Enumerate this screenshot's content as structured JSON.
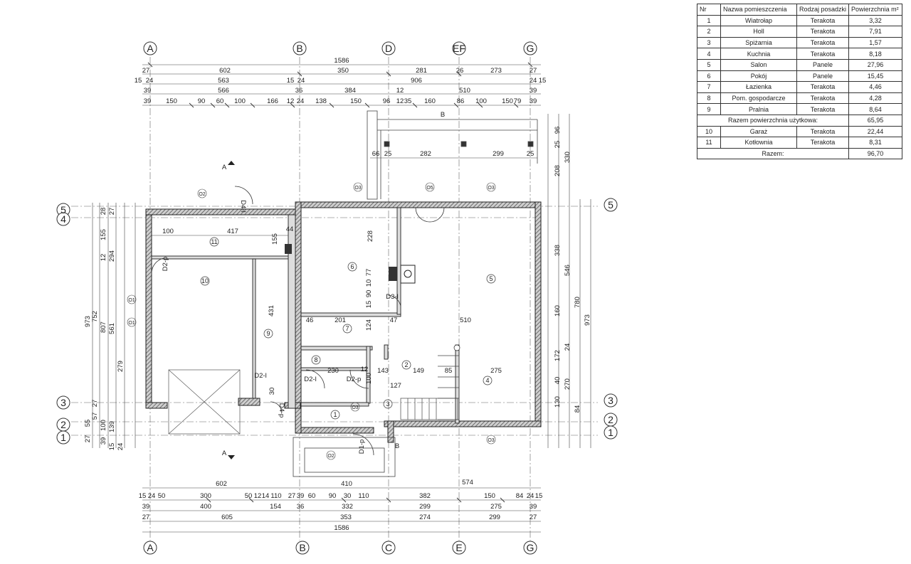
{
  "room_table": {
    "headers": [
      "Nr",
      "Nazwa pomieszczenia",
      "Rodzaj posadzki",
      "Powierzchnia m²"
    ],
    "rows": [
      {
        "nr": "1",
        "name": "Wiatrołap",
        "floor": "Terakota",
        "area": "3,32"
      },
      {
        "nr": "2",
        "name": "Holl",
        "floor": "Terakota",
        "area": "7,91"
      },
      {
        "nr": "3",
        "name": "Spiżarnia",
        "floor": "Terakota",
        "area": "1,57"
      },
      {
        "nr": "4",
        "name": "Kuchnia",
        "floor": "Terakota",
        "area": "8,18"
      },
      {
        "nr": "5",
        "name": "Salon",
        "floor": "Panele",
        "area": "27,96"
      },
      {
        "nr": "6",
        "name": "Pokój",
        "floor": "Panele",
        "area": "15,45"
      },
      {
        "nr": "7",
        "name": "Łazienka",
        "floor": "Terakota",
        "area": "4,46"
      },
      {
        "nr": "8",
        "name": "Pom. gospodarcze",
        "floor": "Terakota",
        "area": "4,28"
      },
      {
        "nr": "9",
        "name": "Pralnia",
        "floor": "Terakota",
        "area": "8,64"
      }
    ],
    "usable_label": "Razem powierzchnia użytkowa:",
    "usable_value": "65,95",
    "rows2": [
      {
        "nr": "10",
        "name": "Garaż",
        "floor": "Terakota",
        "area": "22,44"
      },
      {
        "nr": "11",
        "name": "Kotłownia",
        "floor": "Terakota",
        "area": "8,31"
      }
    ],
    "total_label": "Razem:",
    "total_value": "96,70"
  },
  "axes": {
    "top": [
      "A",
      "B",
      "D",
      "EF",
      "G"
    ],
    "bottom": [
      "A",
      "B",
      "C",
      "E",
      "G"
    ],
    "left": [
      "5",
      "4",
      "3",
      "2",
      "1"
    ],
    "right": [
      "5",
      "3",
      "2",
      "1"
    ]
  },
  "dims": {
    "top_overall": "1586",
    "top_row1": [
      "27",
      "602",
      "350",
      "281",
      "26",
      "273",
      "27"
    ],
    "top_row2": [
      "15",
      "24",
      "563",
      "15",
      "24",
      "906",
      "24",
      "15"
    ],
    "top_row3": [
      "39",
      "566",
      "36",
      "384",
      "12",
      "510",
      "39"
    ],
    "top_row4": [
      "39",
      "150",
      "90",
      "60",
      "100",
      "166",
      "12",
      "24",
      "138",
      "150",
      "96",
      "12",
      "35",
      "160",
      "86",
      "100",
      "150",
      "79",
      "39"
    ],
    "terrace": [
      "66",
      "25",
      "282",
      "299",
      "25"
    ],
    "bottom_row1": [
      "15",
      "24",
      "50",
      "300",
      "50",
      "12",
      "14",
      "110",
      "27",
      "39",
      "60",
      "90",
      "30",
      "110",
      "382",
      "150",
      "84",
      "24",
      "15"
    ],
    "bottom_row2": [
      "39",
      "400",
      "154",
      "36",
      "332",
      "299",
      "275",
      "39"
    ],
    "bottom_row3": [
      "27",
      "605",
      "353",
      "274",
      "299",
      "27"
    ],
    "bottom_overall": "1586",
    "bottom_602": "602",
    "bottom_574": "574",
    "bottom_410": "410",
    "left_outer": "973",
    "left_752": "752",
    "left_807": "807",
    "left_col": [
      "28",
      "27",
      "155",
      "12",
      "294",
      "561",
      "279",
      "27",
      "55",
      "57",
      "27",
      "139",
      "100",
      "39",
      "15",
      "24"
    ],
    "right_outer": "973",
    "right_780": "780",
    "right_546": "546",
    "right_338": "338",
    "right_col": [
      "96",
      "25",
      "330",
      "208",
      "172",
      "24",
      "270",
      "84",
      "130",
      "40",
      "160"
    ],
    "interior": [
      "100",
      "417",
      "44",
      "155",
      "228",
      "431",
      "230",
      "201",
      "46",
      "47",
      "510",
      "143",
      "149",
      "85",
      "275",
      "127",
      "124",
      "90",
      "77",
      "10",
      "15",
      "12",
      "100",
      "30"
    ]
  },
  "room_numbers": [
    "1",
    "2",
    "3",
    "4",
    "5",
    "6",
    "7",
    "8",
    "9",
    "10",
    "11"
  ],
  "door_labels": [
    "D1-p",
    "D2-p",
    "D2-l",
    "D2-l",
    "D2-p",
    "D3-l",
    "D4-l",
    "D4-p"
  ],
  "section_labels": [
    "A",
    "A",
    "B",
    "B"
  ],
  "window_labels": [
    "O1",
    "O1",
    "O2",
    "O2",
    "O3",
    "O3",
    "O3",
    "O3",
    "O5"
  ]
}
